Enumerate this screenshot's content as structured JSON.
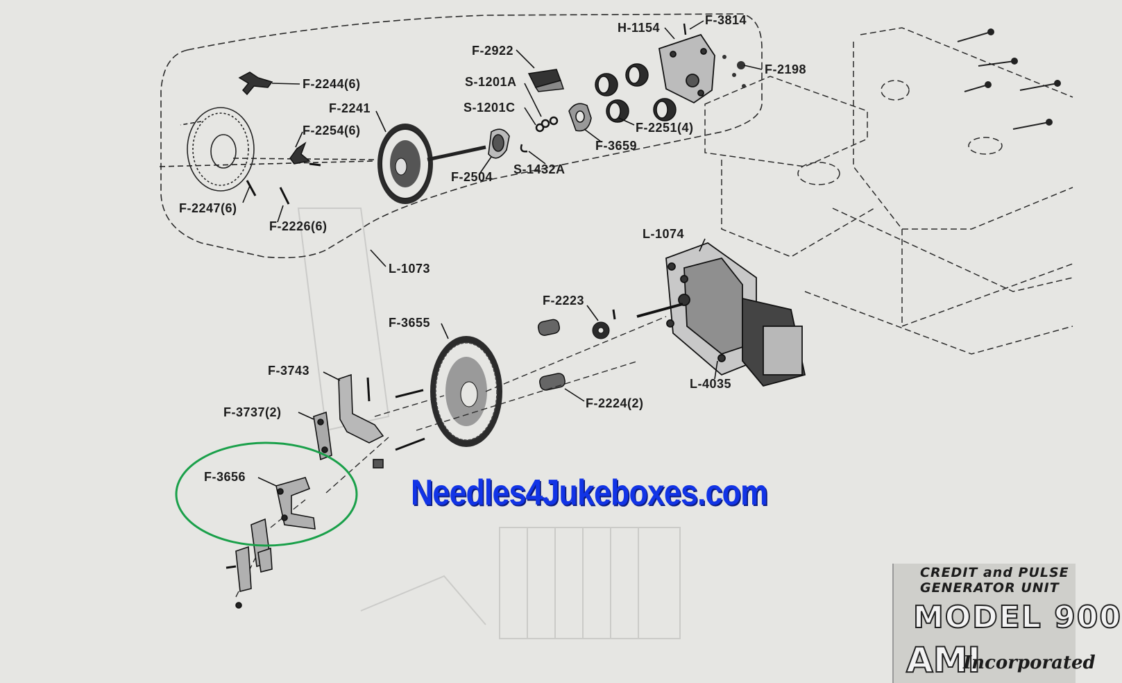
{
  "labels": {
    "f2244": "F-2244(6)",
    "f2254": "F-2254(6)",
    "f2247": "F-2247(6)",
    "f2226": "F-2226(6)",
    "f2241": "F-2241",
    "f2922": "F-2922",
    "s1201a": "S-1201A",
    "s1201c": "S-1201C",
    "f2504": "F-2504",
    "s1432a": "S-1432A",
    "h1154": "H-1154",
    "f3814": "F-3814",
    "f2198": "F-2198",
    "f2251": "F-2251(4)",
    "f3659": "F-3659",
    "l1073": "L-1073",
    "l1074": "L-1074",
    "f2223": "F-2223",
    "f3655": "F-3655",
    "f3743": "F-3743",
    "f3737": "F-3737(2)",
    "f2224": "F-2224(2)",
    "l4035": "L-4035",
    "f3656": "F-3656"
  },
  "watermark": "Needles4Jukeboxes.com",
  "title_block": {
    "line1": "CREDIT and PULSE",
    "line2": "GENERATOR UNIT",
    "model": "MODEL 900",
    "maker": "AMI",
    "maker_suffix": "Incorporated"
  },
  "colors": {
    "highlight_circle": "#1aa04a",
    "watermark": "#1234e6",
    "ink": "#1b1b1b",
    "paper": "#e6e6e3"
  }
}
